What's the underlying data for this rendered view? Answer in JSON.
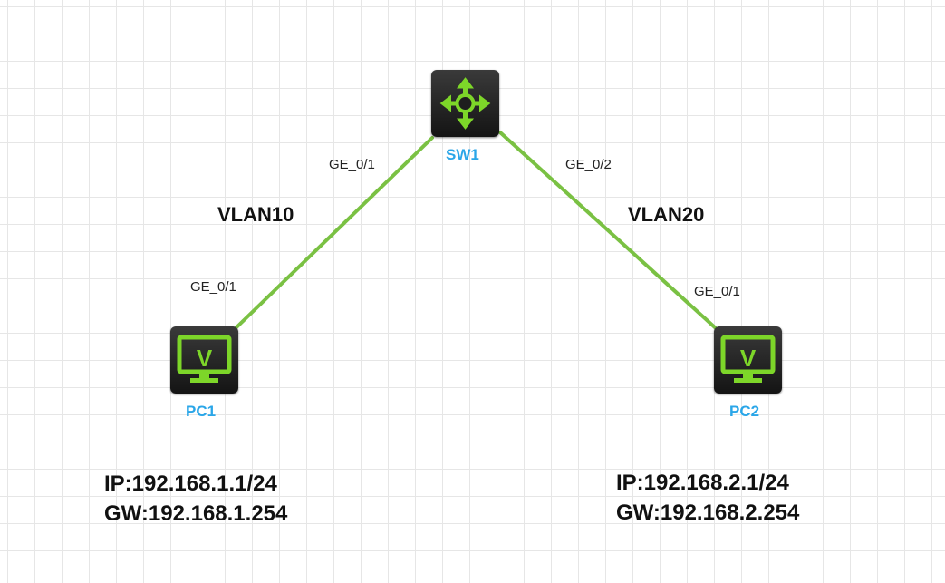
{
  "colors": {
    "link": "#7ac143",
    "device_label": "#2aa6e8",
    "icon_glyph": "#7dd629"
  },
  "nodes": {
    "sw1": {
      "label": "SW1",
      "icon": "layer3-switch-icon"
    },
    "pc1": {
      "label": "PC1",
      "icon": "pc-monitor-icon",
      "glyph": "V"
    },
    "pc2": {
      "label": "PC2",
      "icon": "pc-monitor-icon",
      "glyph": "V"
    }
  },
  "links": [
    {
      "from": "sw1",
      "to": "pc1",
      "from_port": "GE_0/1",
      "to_port": "GE_0/1",
      "vlan": "VLAN10"
    },
    {
      "from": "sw1",
      "to": "pc2",
      "from_port": "GE_0/2",
      "to_port": "GE_0/1",
      "vlan": "VLAN20"
    }
  ],
  "pc1_info": {
    "ip": "IP:192.168.1.1/24",
    "gw": "GW:192.168.1.254"
  },
  "pc2_info": {
    "ip": "IP:192.168.2.1/24",
    "gw": "GW:192.168.2.254"
  }
}
